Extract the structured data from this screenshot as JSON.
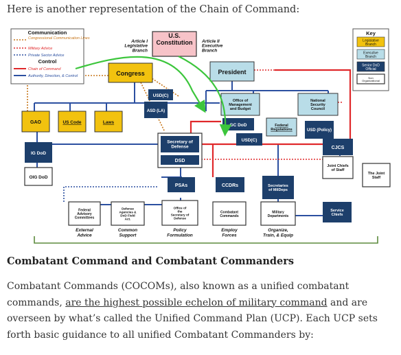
{
  "intro_text": "Here is another representation of the Chain of Command:",
  "legend": {
    "communication_title": "Communication",
    "congressional": "Congressional Communication Lines",
    "military_advice": "Military Advice",
    "private_sector": "Private Sector Advice",
    "control_title": "Control",
    "chain_of_command": "Chain of Command",
    "authority": "Authority, Direction, & Control"
  },
  "key": {
    "title": "Key",
    "legislative": "Legislative Branch",
    "executive": "Executive Branch",
    "senior_dod": "Senior DoD Official",
    "nonorganizational": "Non Organizational"
  },
  "nodes": {
    "constitution": "U.S. Constitution",
    "article1": "Article I",
    "legislative_branch": "Legislative Branch",
    "article2": "Article II",
    "executive_branch": "Executive Branch",
    "congress": "Congress",
    "president": "President",
    "gao": "GAO",
    "us_code": "US Code",
    "laws": "Laws",
    "usdc_top": "USD(C)",
    "asd_la": "ASD (LA)",
    "omb": "Office of Management and Budget",
    "nsc": "National Security Council",
    "gc_dod": "GC DoD",
    "federal_regulations": "Federal Regulations",
    "usd_policy": "USD (Policy)",
    "usdc_mid": "USD(C)",
    "secdef": "Secretary of Defense",
    "dsd": "DSD",
    "ig_dod": "IG DoD",
    "cjcs": "CJCS",
    "oig_dod": "OIG DoD",
    "joint_chiefs": "Joint Chiefs of Staff",
    "joint_staff": "The Joint Staff",
    "psas": "PSAs",
    "ccdrs": "CCDRs",
    "sec_mildeps": "Secretaries of MilDeps",
    "fed_advisory": "Federal Advisory Committees",
    "defense_agencies": "Defense Agencies & DoD Field Act.",
    "office_secdef": "Office of the Secretary of Defense",
    "combatant_commands": "Combatant Commands",
    "military_departments": "Military Departments",
    "service_chiefs": "Service Chiefs"
  },
  "captions": {
    "external_advice": "External Advice",
    "common_support": "Common Support",
    "policy_formulation": "Policy Formulation",
    "employ_forces": "Employ Forces",
    "organize": "Organize, Train, & Equip"
  },
  "heading": "Combatant Command and Combatant Commanders",
  "paragraph": {
    "before": "Combatant Commands (COCOMs), also known as a unified combatant commands, ",
    "link": "are the highest possible echelon of military command",
    "after": " and are overseen by what’s called the Unified Command Plan (UCP). Each UCP sets forth basic guidance to all unified Combatant Commanders by:"
  },
  "colors": {
    "legislative": "#f2c20f",
    "executive": "#b9dde8",
    "senior_dod": "#1d3f6b",
    "chain_of_command": "#e0282a",
    "authority": "#2b4fa0",
    "green_arrow": "#3cc63c"
  }
}
